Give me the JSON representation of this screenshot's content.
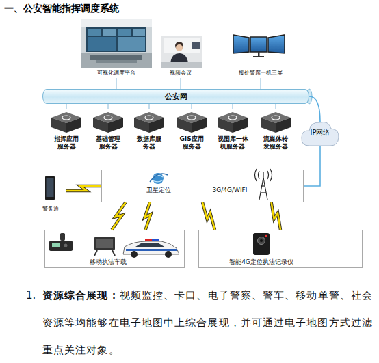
{
  "diagram": {
    "title": "一、公安智能指挥调度系统",
    "nodes": [
      {
        "text": [
          "可视化调度平台"
        ]
      },
      {
        "text": [
          "视频会议"
        ]
      },
      {
        "text": [
          "接处警席一机三屏"
        ]
      },
      {
        "text": [
          "公安网"
        ]
      },
      {
        "text": [
          "指挥应用服务器"
        ]
      },
      {
        "text": [
          "基础管理服务器"
        ]
      },
      {
        "text": [
          "数据库服务器"
        ]
      },
      {
        "text": [
          "GIS应用服务器"
        ]
      },
      {
        "text": [
          "视图库一体机服务器"
        ]
      },
      {
        "text": [
          "流媒体转发服务器"
        ]
      },
      {
        "text": [
          "IP网络"
        ]
      },
      {
        "text": [
          "卫星定位",
          "3G/4G/WIFI"
        ]
      },
      {
        "text": [
          "警务通"
        ]
      },
      {
        "text": [
          "移动执法车载"
        ]
      },
      {
        "text": [
          "智能4G定位执法记录仪"
        ]
      }
    ],
    "edges": [
      {
        "from": 0,
        "to": 3,
        "arrow": "none"
      },
      {
        "from": 1,
        "to": 3,
        "arrow": "none"
      },
      {
        "from": 2,
        "to": 3,
        "arrow": "none"
      },
      {
        "from": 4,
        "to": 3,
        "arrow": "none"
      },
      {
        "from": 5,
        "to": 3,
        "arrow": "none"
      },
      {
        "from": 6,
        "to": 3,
        "arrow": "none"
      },
      {
        "from": 7,
        "to": 3,
        "arrow": "none"
      },
      {
        "from": 8,
        "to": 3,
        "arrow": "none"
      },
      {
        "from": 9,
        "to": 3,
        "arrow": "none"
      },
      {
        "from": 3,
        "to": 10,
        "arrow": "none"
      },
      {
        "from": 10,
        "to": 11,
        "arrow": "none"
      },
      {
        "from": 12,
        "to": 11,
        "arrow": "none"
      },
      {
        "from": 11,
        "to": 13,
        "arrow": "none"
      },
      {
        "from": 11,
        "to": 13,
        "arrow": "none"
      },
      {
        "from": 11,
        "to": 14,
        "arrow": "none"
      },
      {
        "from": 11,
        "to": 14,
        "arrow": "none"
      }
    ],
    "labels": [
      "1.",
      "资源综合展现：",
      "视频监控、卡口、电子警察、警车、移动单警、社会资源等均能够在电子地图中上综合展现，并可通过电子地图方式过滤重点关注对象。"
    ]
  }
}
